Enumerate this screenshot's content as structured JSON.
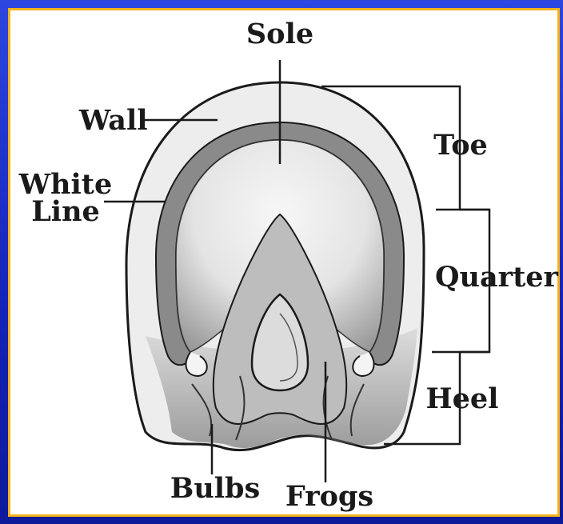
{
  "labels": {
    "sole": "Sole",
    "wall": "Wall",
    "white_line_1": "White",
    "white_line_2": "Line",
    "toe": "Toe",
    "quarter": "Quarter",
    "heel": "Heel",
    "bulbs": "Bulbs",
    "frogs": "Frogs"
  },
  "colors": {
    "background": "#1a2ec9",
    "border": "#f2b21c",
    "ink": "#1a1a1a"
  }
}
